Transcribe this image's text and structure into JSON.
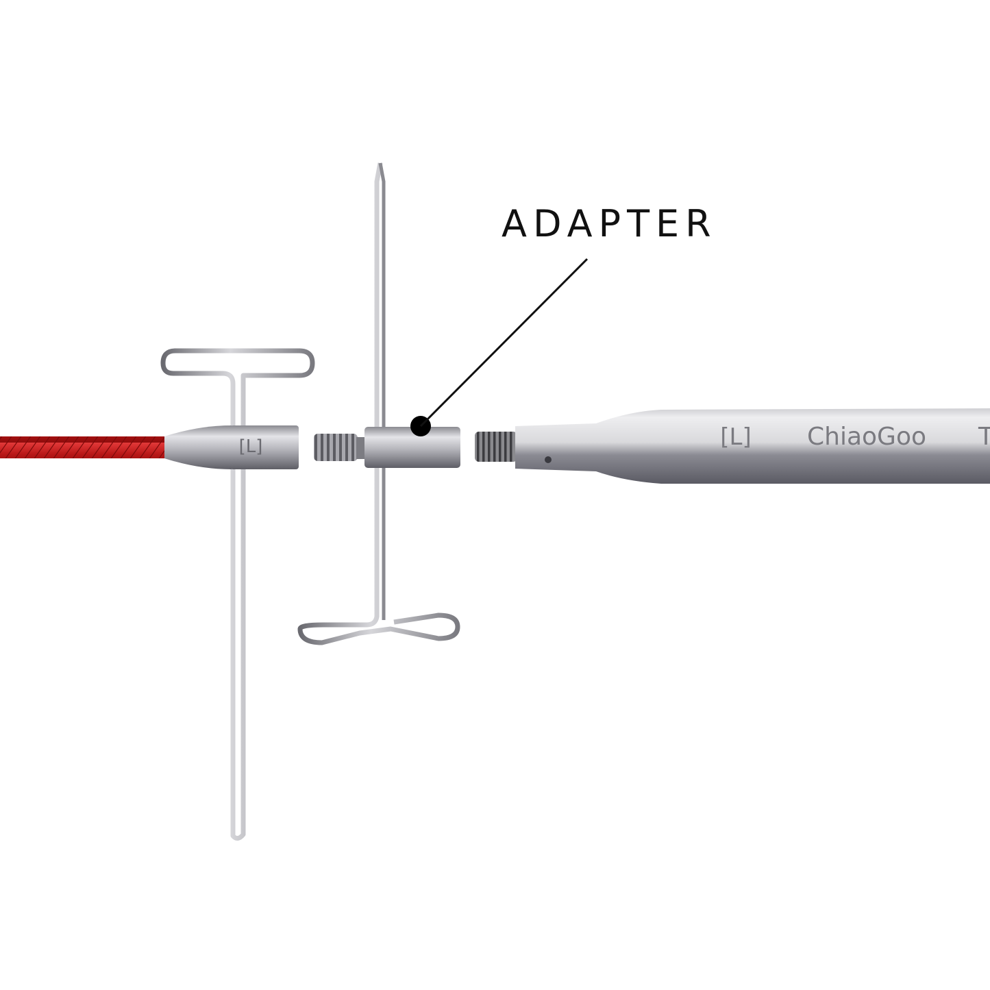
{
  "callout": {
    "label": "ADAPTER"
  },
  "connector_left": {
    "size_mark": "[L]"
  },
  "needle": {
    "size_mark": "[L]",
    "brand": "ChiaoGoo",
    "trailing_char": "T"
  },
  "colors": {
    "background": "#ffffff",
    "cable_red": "#c81e1e",
    "steel": "#b8b8bc",
    "steel_dark": "#6e6e74",
    "callout": "#111111"
  }
}
